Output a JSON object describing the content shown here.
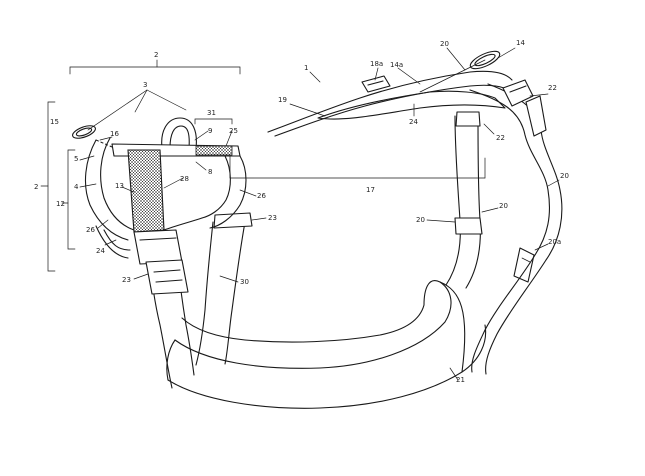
{
  "figure": {
    "labels": {
      "l1": "1",
      "l2_top": "2",
      "l2_left": "2",
      "l3": "3",
      "l4": "4",
      "l5": "5",
      "l8": "8",
      "l9": "9",
      "l12": "12",
      "l13": "13",
      "l14": "14",
      "l14a": "14a",
      "l15": "15",
      "l16": "16",
      "l17": "17",
      "l18a": "18a",
      "l19": "19",
      "l20_top": "20",
      "l20_right": "20",
      "l20_mid": "20",
      "l20_center": "20",
      "l20a": "20a",
      "l21": "21",
      "l22_top": "22",
      "l22_mid": "22",
      "l23_left": "23",
      "l23_right": "23",
      "l24_left": "24",
      "l24_top": "24",
      "l25": "25",
      "l26_left": "26",
      "l26_right": "26",
      "l28": "28",
      "l30": "30",
      "l31": "31"
    }
  }
}
